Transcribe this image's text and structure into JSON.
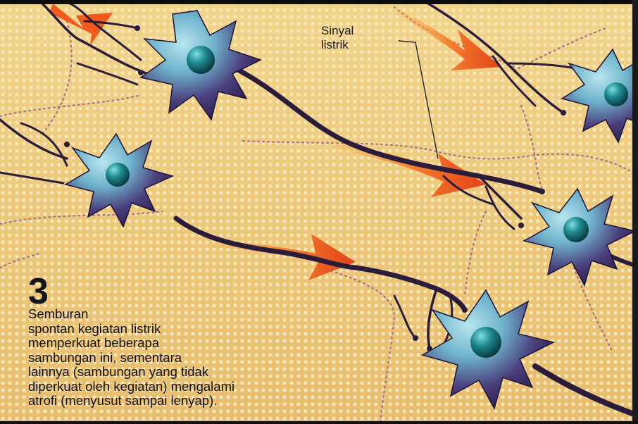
{
  "labels": {
    "signal": [
      "Sinyal",
      "listrik"
    ]
  },
  "step": {
    "number": "3",
    "caption_lines": [
      "Semburan",
      "spontan kegiatan listrik",
      "memperkuat beberapa",
      "sambungan ini, sementara",
      "lainnya (sambungan yang tidak",
      "diperkuat oleh kegiatan) mengalami",
      "atrofi (menyusut sampai lenyap)."
    ]
  },
  "colors": {
    "background": "#efcf86",
    "neuron_light": "#7fc6d9",
    "neuron_dark": "#3b2a5e",
    "nucleus": "#1f7f86",
    "axon": "#2a1c3a",
    "arrow": "#f0561a",
    "dashed_connection": "#a86f88"
  }
}
